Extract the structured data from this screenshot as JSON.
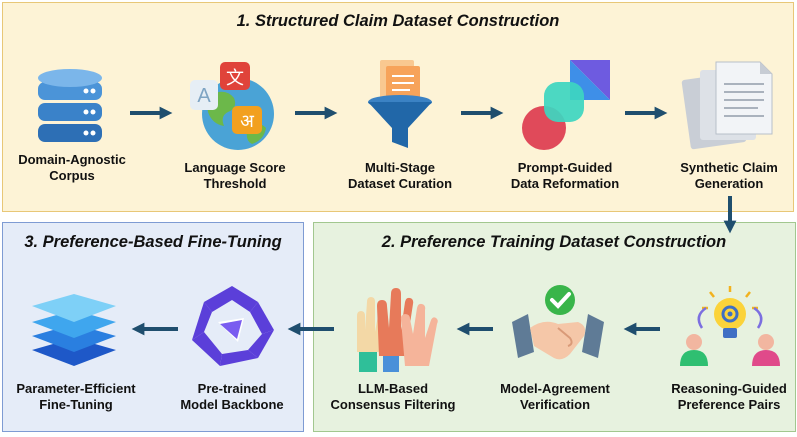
{
  "panels": {
    "p1": {
      "title": "1. Structured Claim Dataset Construction"
    },
    "p2": {
      "title": "2. Preference Training Dataset Construction"
    },
    "p3": {
      "title": "3. Preference-Based Fine-Tuning"
    }
  },
  "steps": {
    "corpus": {
      "line1": "Domain-Agnostic",
      "line2": "Corpus",
      "icon": "database-icon"
    },
    "language": {
      "line1": "Language Score",
      "line2": "Threshold",
      "icon": "globe-translate-icon",
      "glyph_a": "A",
      "glyph_zh": "文",
      "glyph_hi": "अ"
    },
    "curation": {
      "line1": "Multi-Stage",
      "line2": "Dataset Curation",
      "icon": "funnel-icon"
    },
    "reformation": {
      "line1": "Prompt-Guided",
      "line2": "Data Reformation",
      "icon": "shapes-icon"
    },
    "synthetic": {
      "line1": "Synthetic Claim",
      "line2": "Generation",
      "icon": "documents-icon"
    },
    "reasoning": {
      "line1": "Reasoning-Guided",
      "line2": "Preference Pairs",
      "icon": "lightbulb-people-icon"
    },
    "agreement": {
      "line1": "Model-Agreement",
      "line2": "Verification",
      "icon": "handshake-check-icon"
    },
    "consensus": {
      "line1": "LLM-Based",
      "line2": "Consensus Filtering",
      "icon": "raised-hands-icon"
    },
    "backbone": {
      "line1": "Pre-trained",
      "line2": "Model Backbone",
      "icon": "model-logo-icon"
    },
    "peft": {
      "line1": "Parameter-Efficient",
      "line2": "Fine-Tuning",
      "icon": "layers-icon"
    }
  },
  "colors": {
    "arrow": "#1f4e6e",
    "panel1": "#fdf3d6",
    "panel2": "#e7f2df",
    "panel3": "#e5ecf8"
  }
}
